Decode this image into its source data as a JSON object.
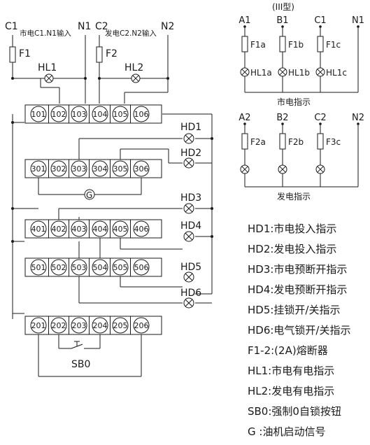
{
  "left_diagram": {
    "top_terminals": {
      "c1": "C1",
      "n1": "N1",
      "c2": "C2",
      "n2": "N2"
    },
    "input_labels": {
      "mains": "市电C1.N1输入",
      "gen": "发电C2.N2输入"
    },
    "fuses": {
      "f1": "F1",
      "f2": "F2"
    },
    "lamps": {
      "hl1": "HL1",
      "hl2": "HL2",
      "hd1": "HD1",
      "hd2": "HD2",
      "hd3": "HD3",
      "hd4": "HD4",
      "hd5": "HD5",
      "hd6": "HD6"
    },
    "terminal_rows": [
      [
        "101",
        "102",
        "103",
        "104",
        "105",
        "106"
      ],
      [
        "301",
        "302",
        "303",
        "304",
        "305",
        "306"
      ],
      [
        "401",
        "402",
        "403",
        "404",
        "405",
        "406"
      ],
      [
        "501",
        "502",
        "503",
        "504",
        "505",
        "506"
      ],
      [
        "201",
        "202",
        "203",
        "204",
        "205",
        "206"
      ]
    ],
    "signal_g": "G",
    "button": "SB0"
  },
  "right_diagram": {
    "type_label": "(III型)",
    "mains_terminals": [
      "A1",
      "B1",
      "C1",
      "N1"
    ],
    "mains_fuses": [
      "F1a",
      "F1b",
      "F1c"
    ],
    "mains_lamps": [
      "HL1a",
      "HL1b",
      "HL1c"
    ],
    "mains_caption": "市电指示",
    "gen_terminals": [
      "A2",
      "B2",
      "C2",
      "N2"
    ],
    "gen_fuses": [
      "F2a",
      "F2b",
      "F3c"
    ],
    "gen_caption": "发电指示"
  },
  "legend": [
    "HD1:市电投入指示",
    "HD2:发电投入指示",
    "HD3:市电预断开指示",
    "HD4:发电预断开指示",
    "HD5:挂锁开/关指示",
    "HD6:电气锁开/关指示",
    "F1-2:(2A)熔断器",
    "HL1:市电有电指示",
    "HL2:发电有电指示",
    "SB0:强制0自锁按钮",
    " G :油机启动信号"
  ]
}
